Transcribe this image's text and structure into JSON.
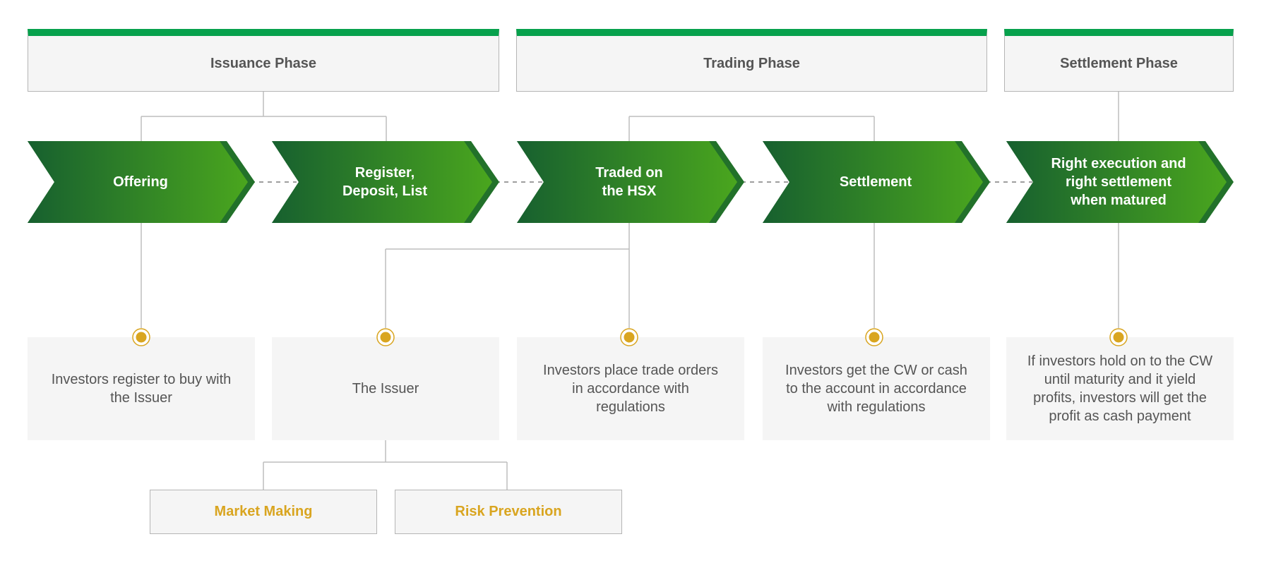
{
  "colors": {
    "phase_bar": "#07a14c",
    "chevron_dark": "#17602f",
    "chevron_light": "#4aa61e",
    "dot": "#d9a520",
    "sub_text": "#d9a520",
    "text": "#555555"
  },
  "phases": [
    "Issuance Phase",
    "Trading Phase",
    "Settlement Phase"
  ],
  "steps": [
    {
      "label": "Offering",
      "description": "Investors register to buy with the Issuer"
    },
    {
      "label": "Register, Deposit, List",
      "description": "The Issuer"
    },
    {
      "label": "Traded on the HSX",
      "description": "Investors place trade orders in accordance with regulations"
    },
    {
      "label": "Settlement",
      "description": "Investors get the CW or cash to the account in accordance with regulations"
    },
    {
      "label": "Right execution and right settlement when matured",
      "description": "If investors hold on to the CW until maturity and it yield profits, investors will get the profit as cash payment"
    }
  ],
  "issuer_roles": [
    "Market Making",
    "Risk Prevention"
  ]
}
